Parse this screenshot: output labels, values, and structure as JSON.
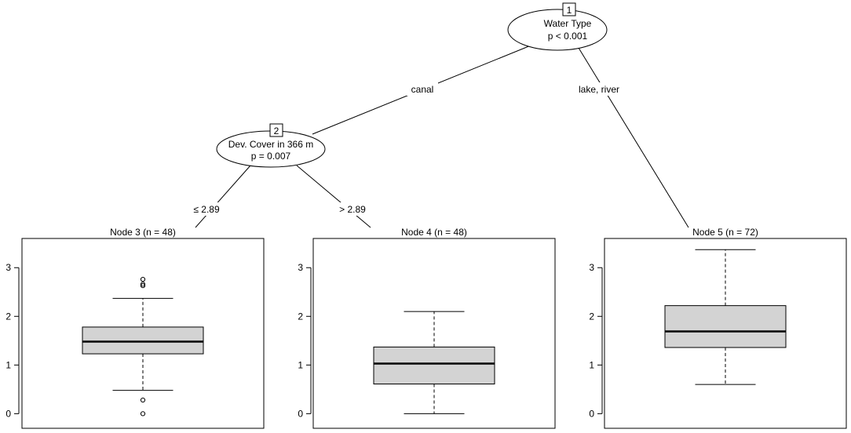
{
  "tree": {
    "inner_nodes": [
      {
        "id": "1",
        "variable": "Water Type",
        "pvalue": "p < 0.001"
      },
      {
        "id": "2",
        "variable": "Dev. Cover in 366 m",
        "pvalue": "p = 0.007"
      }
    ],
    "edges": [
      {
        "from": "1",
        "to": "2",
        "label": "canal"
      },
      {
        "from": "1",
        "to": "5",
        "label": "lake, river"
      },
      {
        "from": "2",
        "to": "3",
        "label": "≤ 2.89"
      },
      {
        "from": "2",
        "to": "4",
        "label": "> 2.89"
      }
    ]
  },
  "chart_data": [
    {
      "type": "boxplot",
      "title": "Node 3 (n = 48)",
      "ylim": [
        -0.3,
        3.6
      ],
      "yticks": [
        0,
        1,
        2,
        3
      ],
      "box": {
        "whisker_low": 0.48,
        "q1": 1.23,
        "median": 1.48,
        "q3": 1.78,
        "whisker_high": 2.37
      },
      "outliers": [
        2.76,
        2.66,
        2.63,
        0.28,
        0.0
      ]
    },
    {
      "type": "boxplot",
      "title": "Node 4 (n = 48)",
      "ylim": [
        -0.3,
        3.6
      ],
      "yticks": [
        0,
        1,
        2,
        3
      ],
      "box": {
        "whisker_low": 0.0,
        "q1": 0.61,
        "median": 1.03,
        "q3": 1.37,
        "whisker_high": 2.1
      },
      "outliers": []
    },
    {
      "type": "boxplot",
      "title": "Node 5 (n = 72)",
      "ylim": [
        -0.3,
        3.6
      ],
      "yticks": [
        0,
        1,
        2,
        3
      ],
      "box": {
        "whisker_low": 0.6,
        "q1": 1.36,
        "median": 1.69,
        "q3": 2.22,
        "whisker_high": 3.37
      },
      "outliers": []
    }
  ],
  "colors": {
    "box_fill": "#d3d3d3",
    "line": "#000000"
  }
}
